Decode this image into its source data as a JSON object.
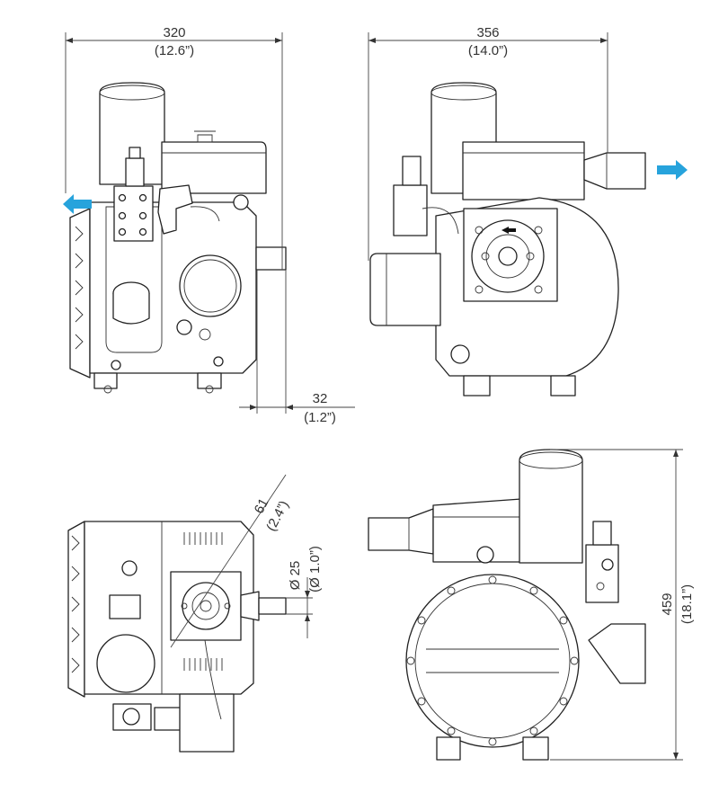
{
  "dimensions": {
    "width_front": {
      "metric": "320",
      "imperial": "(12.6”)"
    },
    "width_side": {
      "metric": "356",
      "imperial": "(14.0”)"
    },
    "shaft_length": {
      "metric": "32",
      "imperial": "(1.2”)"
    },
    "flange_offset": {
      "metric": "61",
      "imperial": "(2.4”)"
    },
    "shaft_diameter": {
      "metric": "Ø 25",
      "imperial": "(Ø 1.0”)"
    },
    "height": {
      "metric": "459",
      "imperial": "(18.1”)"
    }
  },
  "colors": {
    "flow_arrow": "#27a3dc",
    "line": "#222222"
  },
  "flow_arrows": [
    "outlet-arrow-left",
    "inlet-arrow-right"
  ]
}
